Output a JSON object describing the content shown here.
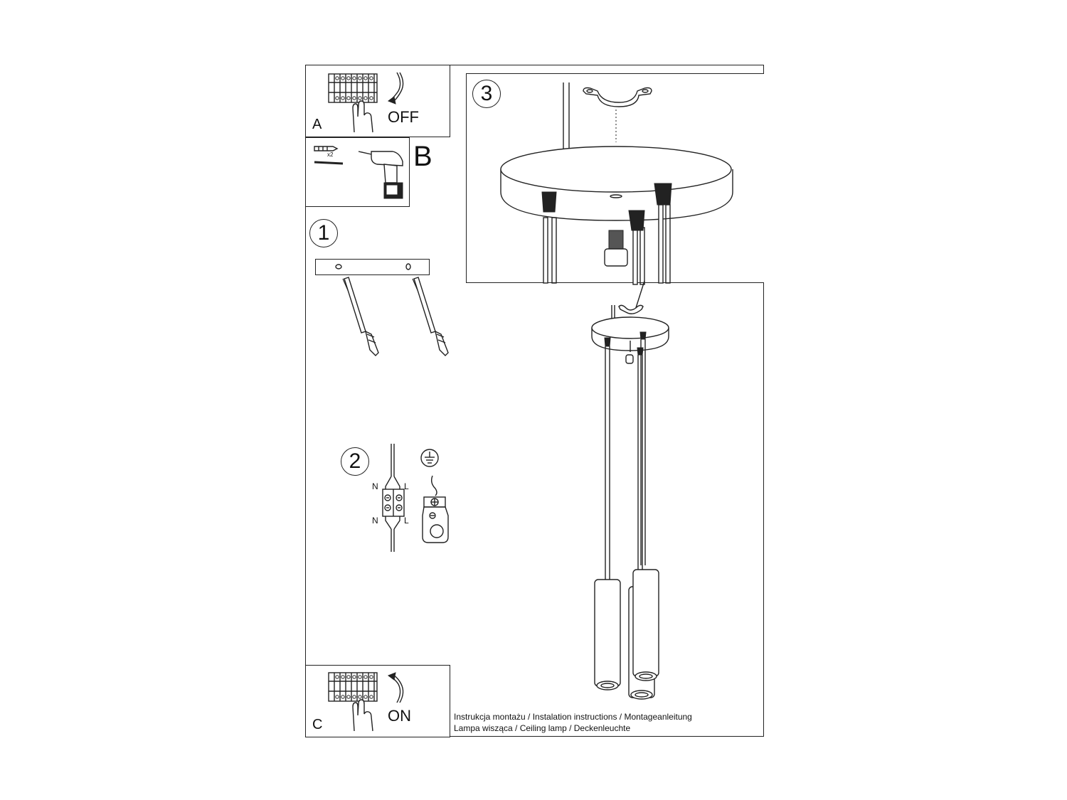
{
  "steps": {
    "a": {
      "letter": "A",
      "switch_label": "OFF"
    },
    "b": {
      "letter": "B",
      "anchor_count": "x2"
    },
    "c": {
      "letter": "C",
      "switch_label": "ON"
    },
    "step1": {
      "number": "1"
    },
    "step2": {
      "number": "2",
      "terminal_left_top": "N",
      "terminal_right_top": "L",
      "terminal_left_bottom": "N",
      "terminal_right_bottom": "L"
    },
    "step3": {
      "number": "3"
    }
  },
  "caption": {
    "line1": "Instrukcja montażu / Instalation instructions / Montageanleitung",
    "line2": "Lampa wisząca / Ceiling lamp / Deckenleuchte"
  },
  "icons": {
    "breaker": "breaker-panel-icon",
    "hand": "hand-icon",
    "arrow_down": "curved-arrow-down-icon",
    "arrow_up": "curved-arrow-up-icon",
    "drill": "drill-icon",
    "anchor": "wall-anchor-icon",
    "ground": "ground-symbol-icon"
  }
}
